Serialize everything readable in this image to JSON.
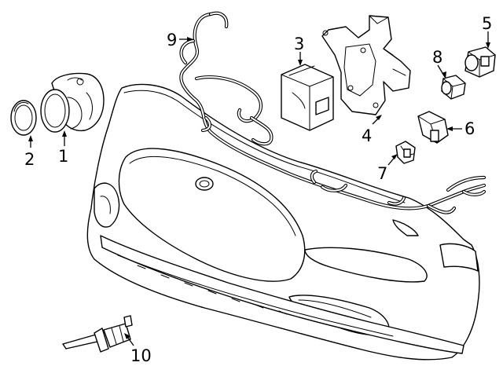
{
  "colors": {
    "line": "#000000",
    "background": "#ffffff"
  },
  "callouts": [
    {
      "number": "1",
      "part": "sensor-housing"
    },
    {
      "number": "2",
      "part": "sensor-ring"
    },
    {
      "number": "3",
      "part": "control-module"
    },
    {
      "number": "4",
      "part": "mounting-bracket"
    },
    {
      "number": "5",
      "part": "sensor-5"
    },
    {
      "number": "6",
      "part": "connector-clip"
    },
    {
      "number": "7",
      "part": "retainer-clip"
    },
    {
      "number": "8",
      "part": "sensor-8"
    },
    {
      "number": "9",
      "part": "wiring-harness"
    },
    {
      "number": "10",
      "part": "tow-eye-cap"
    }
  ]
}
